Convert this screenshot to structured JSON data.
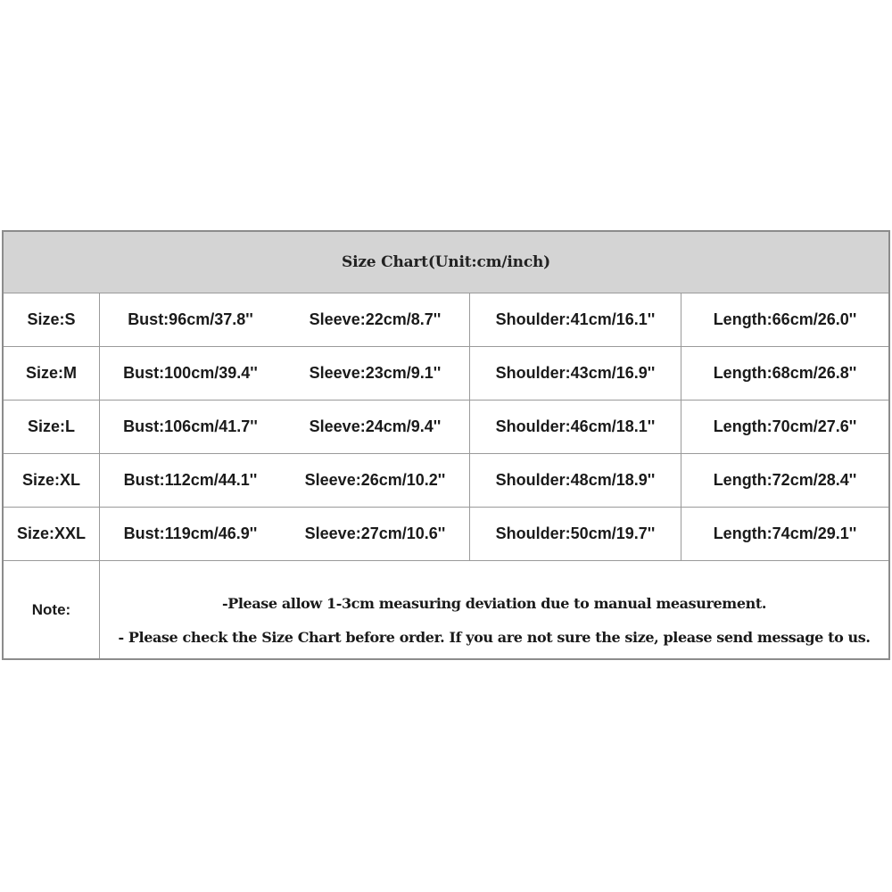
{
  "title": "Size Chart(Unit:cm/inch)",
  "rows": [
    {
      "size": "Size:S",
      "bust": "Bust:96cm/37.8''",
      "sleeve": "Sleeve:22cm/8.7''",
      "shoulder": "Shoulder:41cm/16.1''",
      "length": "Length:66cm/26.0''"
    },
    {
      "size": "Size:M",
      "bust": "Bust:100cm/39.4''",
      "sleeve": "Sleeve:23cm/9.1''",
      "shoulder": "Shoulder:43cm/16.9''",
      "length": "Length:68cm/26.8''"
    },
    {
      "size": "Size:L",
      "bust": "Bust:106cm/41.7''",
      "sleeve": "Sleeve:24cm/9.4''",
      "shoulder": "Shoulder:46cm/18.1''",
      "length": "Length:70cm/27.6''"
    },
    {
      "size": "Size:XL",
      "bust": "Bust:112cm/44.1''",
      "sleeve": "Sleeve:26cm/10.2''",
      "shoulder": "Shoulder:48cm/18.9''",
      "length": "Length:72cm/28.4''"
    },
    {
      "size": "Size:XXL",
      "bust": "Bust:119cm/46.9''",
      "sleeve": "Sleeve:27cm/10.6''",
      "shoulder": "Shoulder:50cm/19.7''",
      "length": "Length:74cm/29.1''"
    }
  ],
  "note": {
    "label": "Note:",
    "lines": [
      "-Please allow 1-3cm measuring deviation due to manual measurement.",
      "- Please check the Size Chart before order. If you are not sure the size, please send message to us."
    ]
  },
  "colors": {
    "header_bg": "#d4d4d4",
    "border": "#9a9a9a",
    "text": "#1a1a1a"
  }
}
